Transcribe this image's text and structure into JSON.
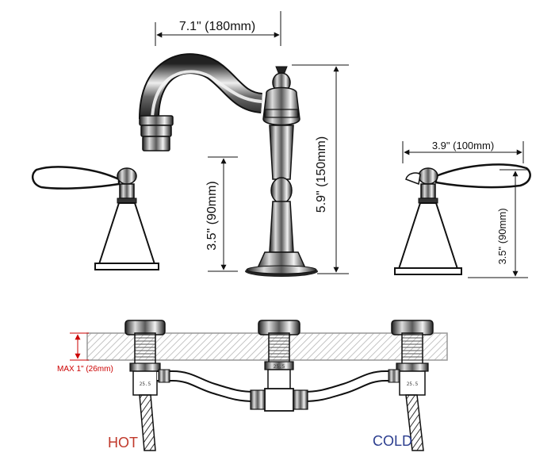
{
  "dimensions": {
    "spout_reach": "7.1\" (180mm)",
    "spout_clearance": "3.5\" (90mm)",
    "spout_height": "5.9\" (150mm)",
    "handle_width": "3.9\" (100mm)",
    "handle_height": "3.5\" (90mm)"
  },
  "install": {
    "max_deck": "MAX 1\" (26mm)",
    "hot_label": "HOT",
    "cold_label": "COLD",
    "connector_marks": [
      "25.5",
      "25.5",
      "25.5"
    ]
  },
  "colors": {
    "hot": "#c0392b",
    "cold": "#2c3e8f",
    "max_note": "#cc0000"
  }
}
